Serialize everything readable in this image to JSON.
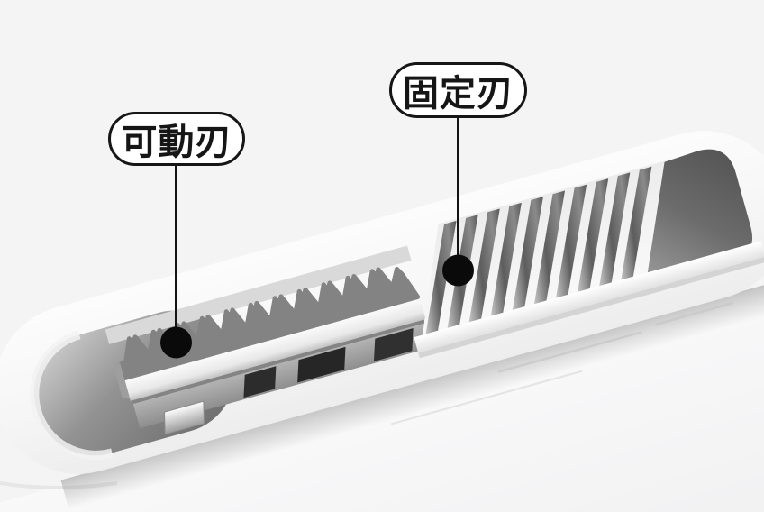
{
  "illustration": {
    "subject": "trimmer-blade-head-closeup",
    "background_color": "#f4f4f5",
    "parts": [
      {
        "name": "movable-blade",
        "appearance_color": "#838383"
      },
      {
        "name": "fixed-blade",
        "appearance_color": "#5f5f5f"
      },
      {
        "name": "white-body",
        "appearance_color": "#ffffff"
      }
    ]
  },
  "annotations": {
    "style": {
      "pill_fill": "#ffffff",
      "outline_color": "#161616",
      "leader_line_color": "#141414",
      "dot_color": "#0a0a0a"
    },
    "labels": [
      {
        "text": "可動刃",
        "target": "movable-blade"
      },
      {
        "text": "固定刃",
        "target": "fixed-blade"
      }
    ]
  }
}
